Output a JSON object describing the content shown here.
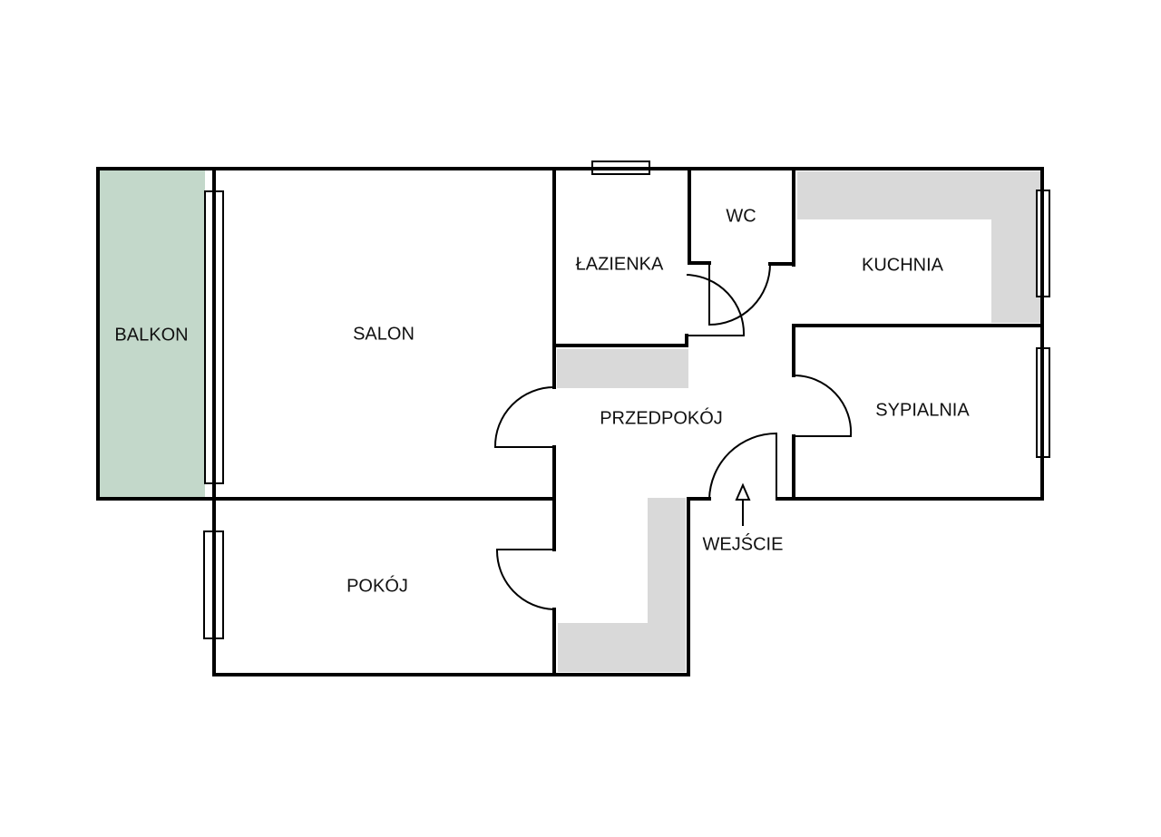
{
  "colors": {
    "balcony_fill": "#c3d8ca",
    "furniture_fill": "#d9d9d9",
    "wall": "#000000",
    "background": "#ffffff"
  },
  "rooms": {
    "balkon": "BALKON",
    "salon": "SALON",
    "lazienka": "ŁAZIENKA",
    "wc": "WC",
    "kuchnia": "KUCHNIA",
    "przedpokoj": "PRZEDPOKÓJ",
    "sypialnia": "SYPIALNIA",
    "pokoj": "POKÓJ"
  },
  "entrance": {
    "label": "WEJŚCIE",
    "icon": "arrow-up-icon"
  }
}
